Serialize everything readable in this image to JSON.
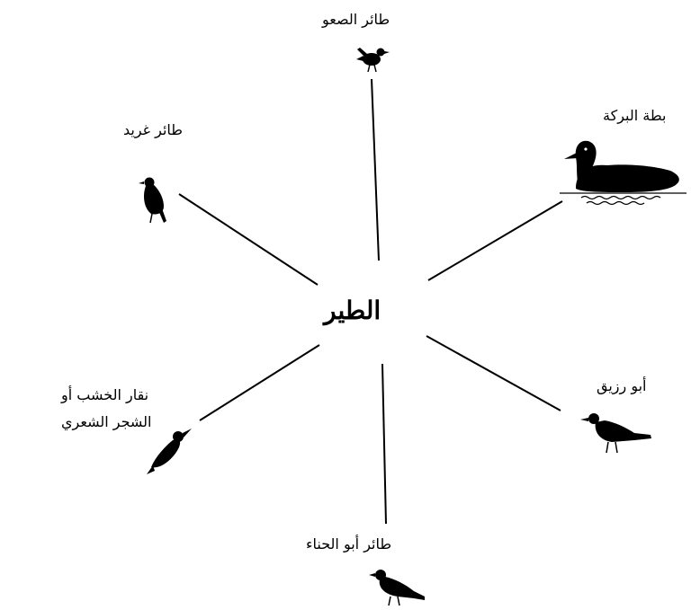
{
  "center_label": "الطير",
  "nodes": [
    {
      "id": "top",
      "label": "طائر الصعو",
      "icon": "small-bird-icon"
    },
    {
      "id": "top-right",
      "label": "بطة البركة",
      "icon": "duck-icon"
    },
    {
      "id": "top-left",
      "label": "طائر غريد",
      "icon": "songbird-icon"
    },
    {
      "id": "bottom-left",
      "label_line1": "نقار الخشب أو",
      "label_line2": "الشجر الشعري",
      "icon": "woodpecker-icon"
    },
    {
      "id": "bottom-right",
      "label": "أبو رزيق",
      "icon": "starling-icon"
    },
    {
      "id": "bottom",
      "label": "طائر أبو الحناء",
      "icon": "robin-icon"
    }
  ]
}
